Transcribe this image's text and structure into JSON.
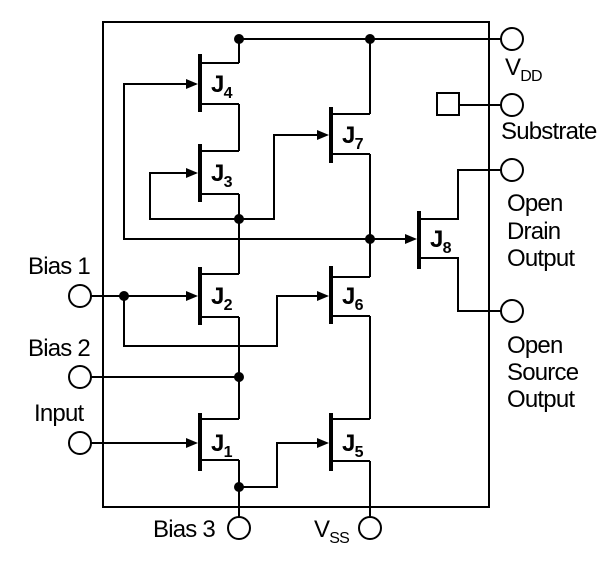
{
  "schematic": {
    "description": "JFET transistor-level schematic with eight junction FETs J1-J8 inside a package outline",
    "colors": {
      "line": "#000000",
      "background": "#ffffff"
    },
    "left_pins": [
      {
        "id": "bias1",
        "label": "Bias 1"
      },
      {
        "id": "bias2",
        "label": "Bias 2"
      },
      {
        "id": "input",
        "label": "Input"
      }
    ],
    "bottom_pins": [
      {
        "id": "bias3",
        "label": "Bias 3"
      },
      {
        "id": "vss",
        "main": "V",
        "sub": "SS"
      }
    ],
    "right_pins": {
      "vdd": {
        "main": "V",
        "sub": "DD"
      },
      "substrate": {
        "label": "Substrate"
      },
      "open_drain": {
        "line1": "Open",
        "line2": "Drain",
        "line3": "Output"
      },
      "open_source": {
        "line1": "Open",
        "line2": "Source",
        "line3": "Output"
      }
    },
    "transistors": {
      "j1": {
        "main": "J",
        "sub": "1"
      },
      "j2": {
        "main": "J",
        "sub": "2"
      },
      "j3": {
        "main": "J",
        "sub": "3"
      },
      "j4": {
        "main": "J",
        "sub": "4"
      },
      "j5": {
        "main": "J",
        "sub": "5"
      },
      "j6": {
        "main": "J",
        "sub": "6"
      },
      "j7": {
        "main": "J",
        "sub": "7"
      },
      "j8": {
        "main": "J",
        "sub": "8"
      }
    }
  }
}
